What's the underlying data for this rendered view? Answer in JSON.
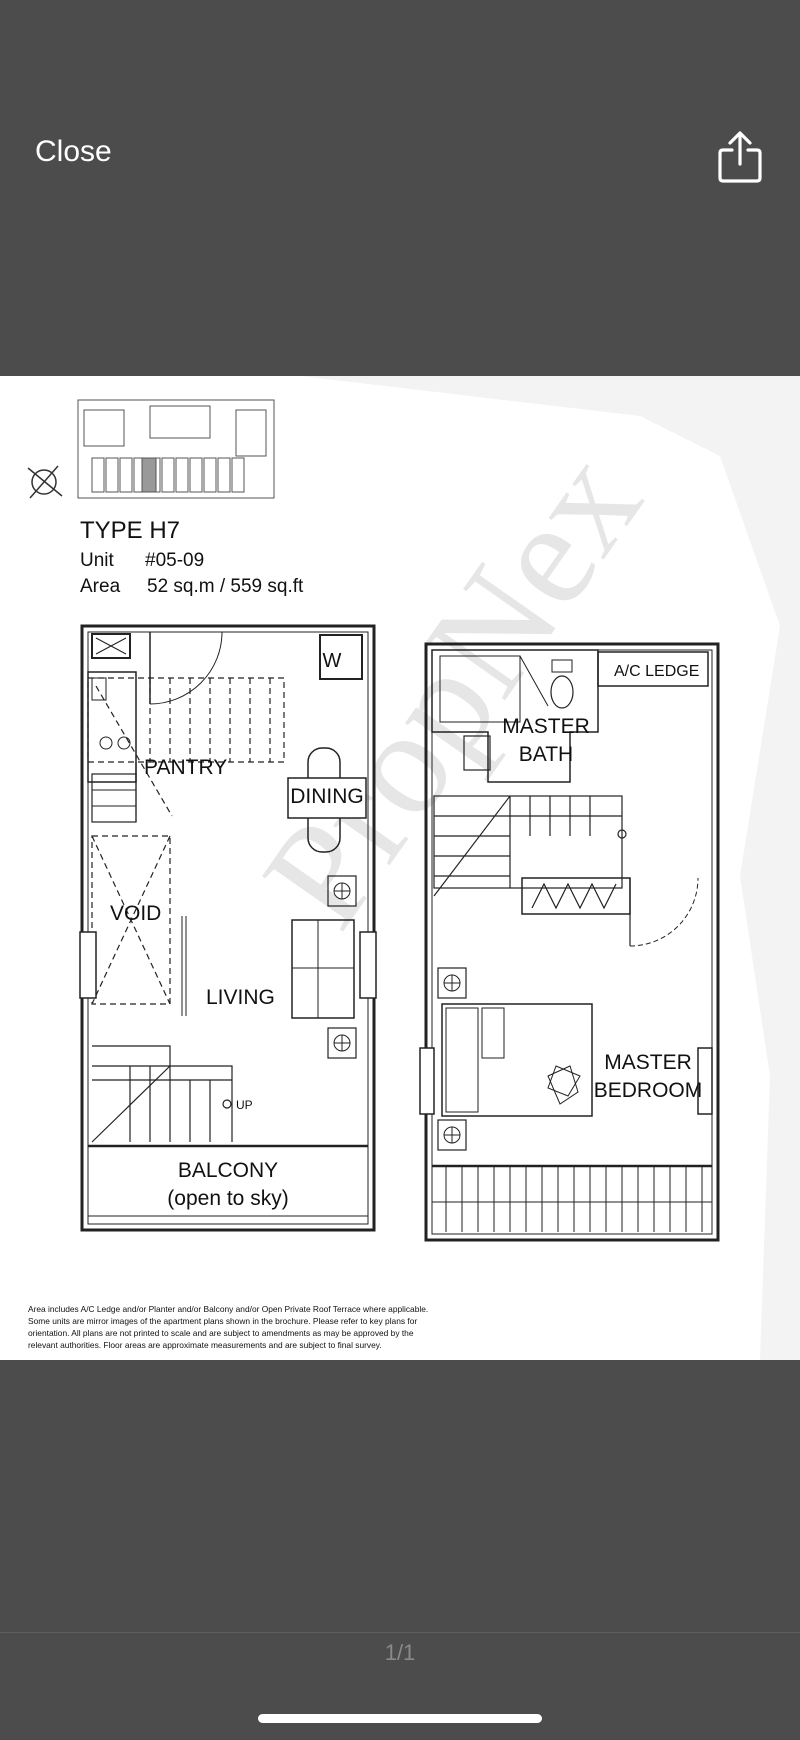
{
  "header": {
    "close_label": "Close",
    "share_icon": "share-icon"
  },
  "plan": {
    "type_title": "TYPE H7",
    "unit_label": "Unit",
    "unit_value": "#05-09",
    "area_label": "Area",
    "area_value": "52 sq.m / 559 sq.ft",
    "watermark": "PropNex",
    "rooms": {
      "w": "W",
      "pantry": "PANTRY",
      "dining": "DINING",
      "void": "VOID",
      "living": "LIVING",
      "up": "UP",
      "balcony": "BALCONY",
      "balcony_note": "(open to sky)",
      "ac_ledge": "A/C LEDGE",
      "master_bath_1": "MASTER",
      "master_bath_2": "BATH",
      "master_bedroom_1": "MASTER",
      "master_bedroom_2": "BEDROOM"
    },
    "disclaimer": [
      "Area includes A/C Ledge and/or Planter and/or Balcony and/or Open Private Roof Terrace where applicable.",
      "Some units are mirror images of the apartment plans shown in the brochure.  Please refer to key plans for",
      "orientation. All plans are not printed to scale and are subject to amendments as may be approved by the",
      "relevant authorities.  Floor areas are approximate measurements and are subject to final survey."
    ]
  },
  "footer": {
    "page_indicator": "1/1"
  }
}
